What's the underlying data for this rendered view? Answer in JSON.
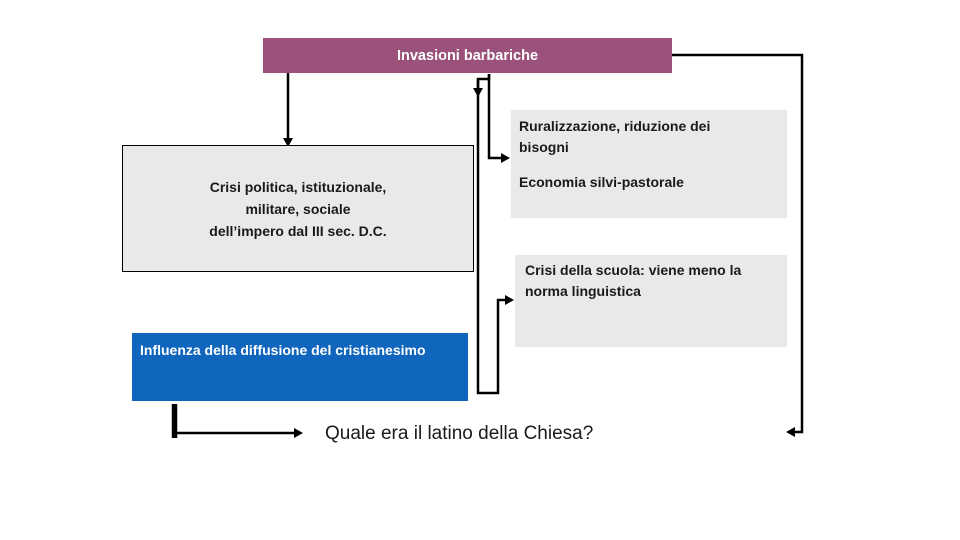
{
  "slide": {
    "title": {
      "label": "Invasioni barbariche"
    },
    "boxes": {
      "crisi_impero": {
        "lines": [
          "Crisi politica, istituzionale,",
          "militare, sociale",
          "dell’impero dal III sec. D.C."
        ]
      },
      "ruralizzazione": {
        "paragraphs": [
          "Ruralizzazione, riduzione dei bisogni",
          "Economia silvi-pastorale"
        ]
      },
      "crisi_scuola": {
        "text": "Crisi della scuola: viene meno la norma linguistica"
      },
      "cristianesimo": {
        "text": "Influenza della diffusione del cristianesimo"
      }
    },
    "question": {
      "text": "Quale era il latino della Chiesa?"
    },
    "colors": {
      "background": "#FFFFFF",
      "title_bg": "#9A527A",
      "title_text": "#FFFFFF",
      "gray_box_bg": "#E9E9E9",
      "blue_box_bg": "#1066BD",
      "blue_box_text": "#FFFFFF",
      "box_border": "#000000",
      "connector": "#000000",
      "body_text": "#1A1A1A"
    }
  }
}
